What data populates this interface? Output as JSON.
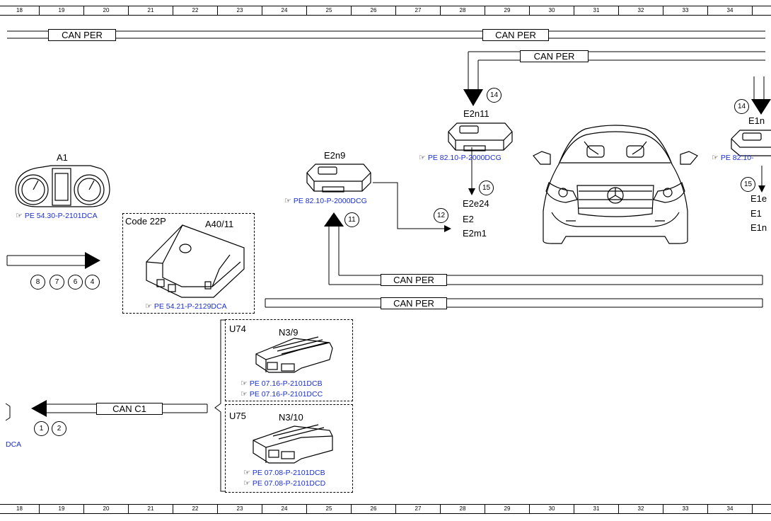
{
  "ruler": {
    "cells": [
      "18",
      "19",
      "20",
      "21",
      "22",
      "23",
      "24",
      "25",
      "26",
      "27",
      "28",
      "29",
      "30",
      "31",
      "32",
      "33",
      "34"
    ]
  },
  "buses": {
    "can_per": "CAN PER",
    "can_c1": "CAN C1"
  },
  "components": {
    "a1": {
      "label": "A1",
      "ref": "PE 54.30-P-2101DCA"
    },
    "a40": {
      "code": "Code 22P",
      "label": "A40/11",
      "ref": "PE 54.21-P-2129DCA"
    },
    "e2n9": {
      "label": "E2n9",
      "ref": "PE 82.10-P-2000DCG"
    },
    "e2n11": {
      "label": "E2n11",
      "ref": "PE 82.10-P-2000DCG"
    },
    "e1n": {
      "label": "E1n",
      "ref": "PE 82.10-"
    },
    "e2_outputs": [
      "E2e24",
      "E2",
      "E2m1"
    ],
    "e1_outputs": [
      "E1e",
      "E1",
      "E1n"
    ],
    "u74": {
      "code": "U74",
      "label": "N3/9",
      "refs": [
        "PE 07.16-P-2101DCB",
        "PE 07.16-P-2101DCC"
      ]
    },
    "u75": {
      "code": "U75",
      "label": "N3/10",
      "refs": [
        "PE 07.08-P-2101DCB",
        "PE 07.08-P-2101DCD"
      ]
    },
    "left_ref_fragment": "DCA"
  },
  "circles": {
    "a1_group": [
      "8",
      "7",
      "6",
      "4"
    ],
    "c1_group": [
      "1",
      "2"
    ],
    "n11": "11",
    "n12": "12",
    "n14a": "14",
    "n14b": "14",
    "n15a": "15",
    "n15b": "15"
  },
  "icons": {
    "ref_pointer": "hand-pointer-icon"
  }
}
